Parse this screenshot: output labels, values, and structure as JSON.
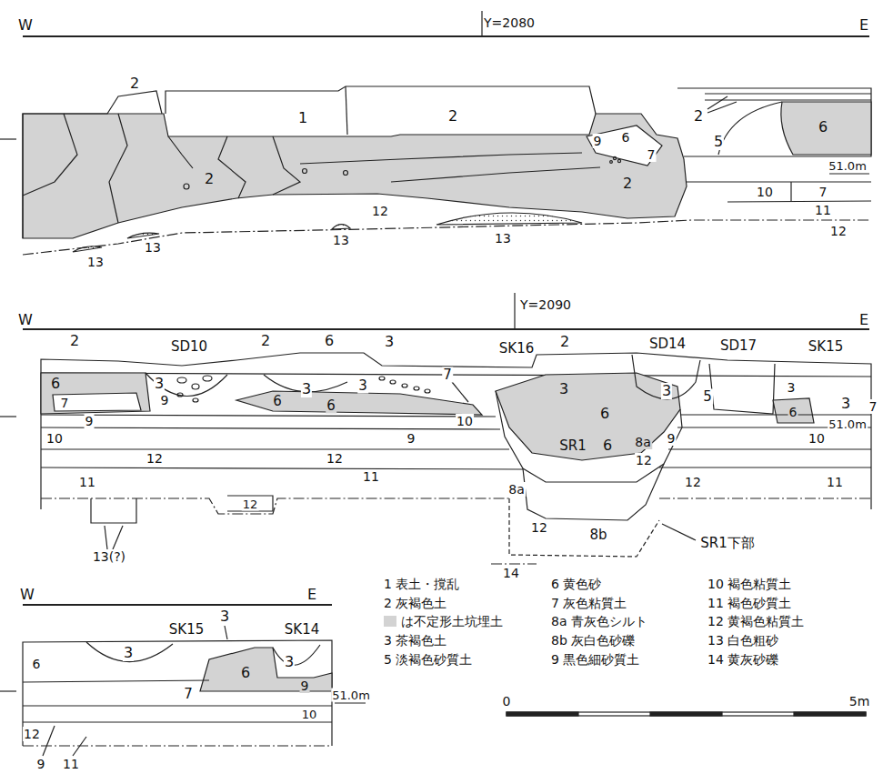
{
  "diagram": {
    "labels": [
      "W",
      "Y=2080",
      "E",
      "2",
      "1",
      "2",
      "9",
      "6",
      "7",
      "2",
      "5",
      "6",
      "51.0m",
      "2",
      "2",
      "10",
      "7",
      "11",
      "12",
      "12",
      "13",
      "13",
      "13",
      "13",
      "W",
      "Y=2090",
      "E",
      "2",
      "SD10",
      "2",
      "6",
      "3",
      "SK16",
      "2",
      "SD14",
      "SD17",
      "SK15",
      "6",
      "3",
      "3",
      "3",
      "6",
      "6",
      "7",
      "3",
      "3",
      "5",
      "3",
      "6",
      "3",
      "7",
      "7",
      "9",
      "6",
      "9",
      "10",
      "9",
      "10",
      "10",
      "9",
      "SR1",
      "6",
      "8a",
      "12",
      "12",
      "12",
      "11",
      "11",
      "11",
      "12",
      "8a",
      "12",
      "12",
      "8b",
      "SR1下部",
      "13(?)",
      "14",
      "W",
      "E",
      "3",
      "SK15",
      "SK14",
      "3",
      "6",
      "6",
      "3",
      "9",
      "7",
      "51.0m",
      "10",
      "12",
      "9",
      "11",
      "0",
      "5m",
      "51.0m"
    ],
    "legend": [
      {
        "text": "1 表土・撹乱"
      },
      {
        "text": "2 灰褐色土"
      },
      {
        "text": "は不定形土坑埋土",
        "color": "#d3d3d3"
      },
      {
        "text": "3 茶褐色土"
      },
      {
        "text": "5 淡褐色砂質土"
      },
      {
        "text": "6 黄色砂"
      },
      {
        "text": "7 灰色粘質土"
      },
      {
        "text": "8a 青灰色シルト"
      },
      {
        "text": "8b 灰白色砂礫"
      },
      {
        "text": "9 黒色細砂質土"
      },
      {
        "text": "10 褐色粘質土"
      },
      {
        "text": "11 褐色砂質土"
      },
      {
        "text": "12 黄褐色粘質土"
      },
      {
        "text": "13 白色粗砂"
      },
      {
        "text": "14 黄灰砂礫"
      }
    ]
  }
}
